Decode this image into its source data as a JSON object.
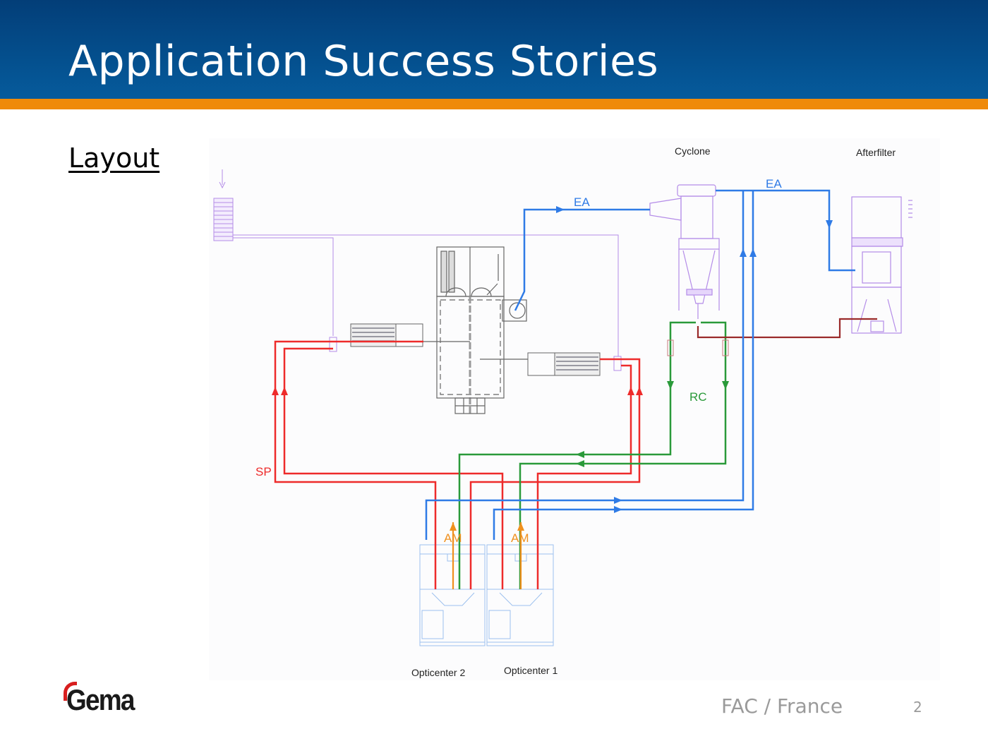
{
  "header": {
    "title": "Application Success Stories"
  },
  "section": {
    "label": "Layout"
  },
  "diagram": {
    "equipment": {
      "cyclone": "Cyclone",
      "afterfilter": "Afterfilter",
      "opticenter_2": "Opticenter 2",
      "opticenter_1": "Opticenter 1"
    },
    "line_labels": {
      "ea_booth": "EA",
      "ea_cyclone": "EA",
      "rc": "RC",
      "sp": "SP",
      "am_2": "AM",
      "am_1": "AM"
    },
    "colors": {
      "exhaust_air": "#2f7be6",
      "spray_powder": "#ee2b2b",
      "recovery": "#2a9a3a",
      "air_movement": "#f0901e",
      "extraction_return": "#9a2a2a",
      "equipment_outline": "#b48ce8",
      "booth_outline": "#555555",
      "opticenter_outline": "#9cc0ee"
    }
  },
  "footer": {
    "logo": "Gema",
    "location": "FAC / France",
    "page_number": "2"
  }
}
